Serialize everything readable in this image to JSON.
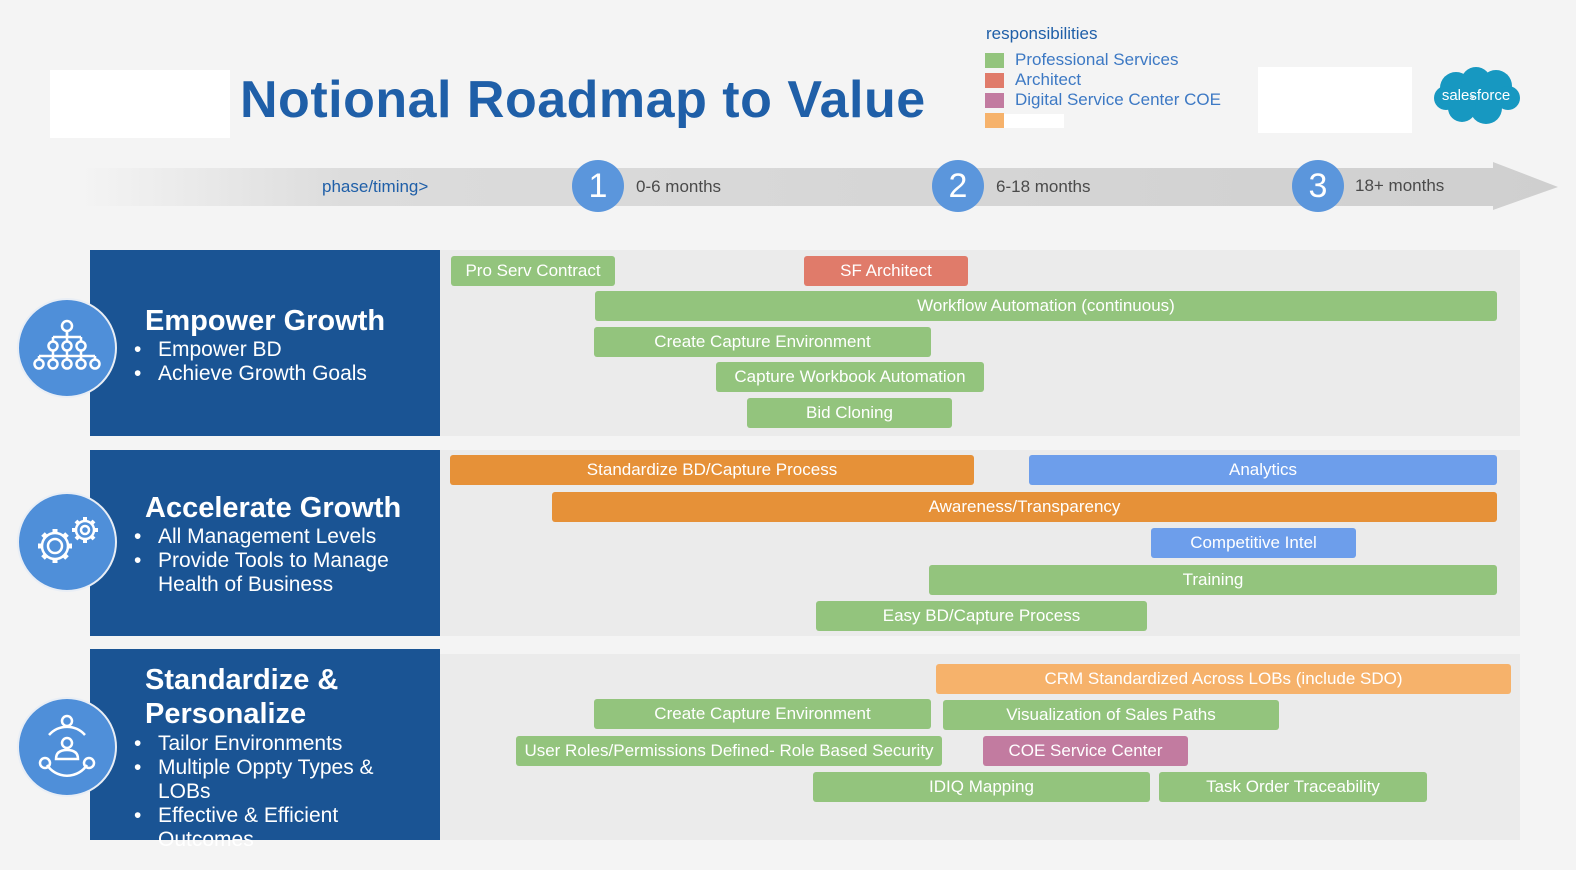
{
  "title": "Notional Roadmap to Value",
  "legend": {
    "title": "responsibilities",
    "items": [
      {
        "label": "Professional Services",
        "color": "#93c47d"
      },
      {
        "label": "Architect",
        "color": "#e07b6a"
      },
      {
        "label": "Digital Service Center COE",
        "color": "#c27ba0"
      },
      {
        "label": "",
        "color": "#f6b26b"
      }
    ]
  },
  "logo": {
    "text": "salesforce",
    "color": "#1798c1"
  },
  "timeline": {
    "label": "phase/timing>",
    "phases": [
      {
        "number": "1",
        "label": "0-6 months"
      },
      {
        "number": "2",
        "label": "6-18 months"
      },
      {
        "number": "3",
        "label": "18+ months"
      }
    ]
  },
  "rows": [
    {
      "heading": "Empower Growth",
      "icon": "org-chart-icon",
      "bullets": [
        "Empower BD",
        "Achieve Growth Goals"
      ]
    },
    {
      "heading": "Accelerate Growth",
      "icon": "gears-icon",
      "bullets": [
        "All Management Levels",
        "Provide Tools to Manage Health of Business"
      ]
    },
    {
      "heading": "Standardize & Personalize",
      "icon": "user-network-icon",
      "bullets": [
        "Tailor Environments",
        "Multiple Oppty Types & LOBs",
        "Effective & Efficient Outcomes"
      ]
    }
  ],
  "bars": [
    {
      "label": "Pro Serv Contract",
      "color": "#93c47d"
    },
    {
      "label": "SF Architect",
      "color": "#e07b6a"
    },
    {
      "label": "Workflow Automation (continuous)",
      "color": "#93c47d"
    },
    {
      "label": "Create Capture Environment",
      "color": "#93c47d"
    },
    {
      "label": "Capture Workbook Automation",
      "color": "#93c47d"
    },
    {
      "label": "Bid Cloning",
      "color": "#93c47d"
    },
    {
      "label": "Standardize BD/Capture Process",
      "color": "#e69138"
    },
    {
      "label": "Analytics",
      "color": "#6d9eeb"
    },
    {
      "label": "Awareness/Transparency",
      "color": "#e69138"
    },
    {
      "label": "Competitive Intel",
      "color": "#6d9eeb"
    },
    {
      "label": "Training",
      "color": "#93c47d"
    },
    {
      "label": "Easy BD/Capture Process",
      "color": "#93c47d"
    },
    {
      "label": "CRM Standardized Across LOBs (include SDO)",
      "color": "#f6b26b"
    },
    {
      "label": "Create Capture Environment",
      "color": "#93c47d"
    },
    {
      "label": "Visualization of Sales Paths",
      "color": "#93c47d"
    },
    {
      "label": "User Roles/Permissions Defined- Role Based Security",
      "color": "#93c47d"
    },
    {
      "label": "COE Service Center",
      "color": "#c27ba0"
    },
    {
      "label": "IDIQ Mapping",
      "color": "#93c47d"
    },
    {
      "label": "Task Order Traceability",
      "color": "#93c47d"
    }
  ]
}
